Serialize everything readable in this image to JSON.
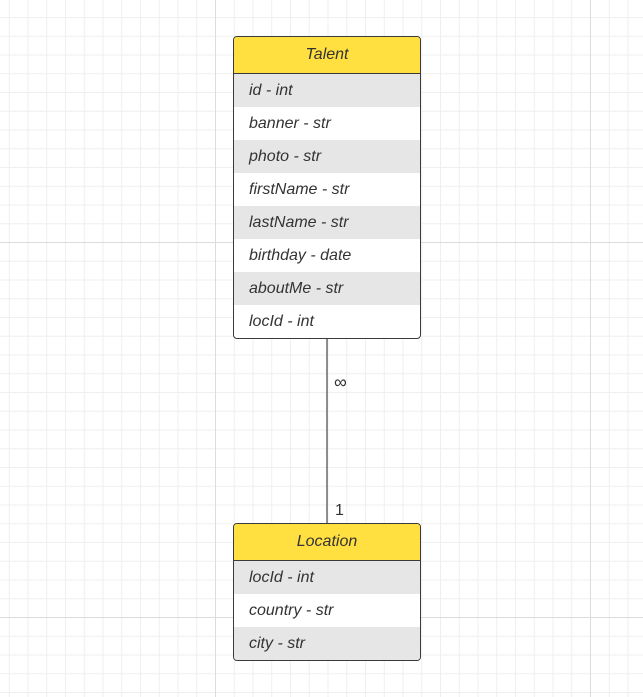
{
  "entities": {
    "talent": {
      "name": "Talent",
      "fields": [
        "id - int",
        "banner - str",
        "photo - str",
        "firstName - str",
        "lastName - str",
        "birthday - date",
        "aboutMe - str",
        "locId - int"
      ]
    },
    "location": {
      "name": "Location",
      "fields": [
        "locId - int",
        "country - str",
        "city - str"
      ]
    }
  },
  "relationship": {
    "talent_side_cardinality": "∞",
    "location_side_cardinality": "1"
  },
  "colors": {
    "header_fill": "#ffe040",
    "alt_row_fill": "#e6e6e6",
    "border": "#3a3a3a"
  }
}
